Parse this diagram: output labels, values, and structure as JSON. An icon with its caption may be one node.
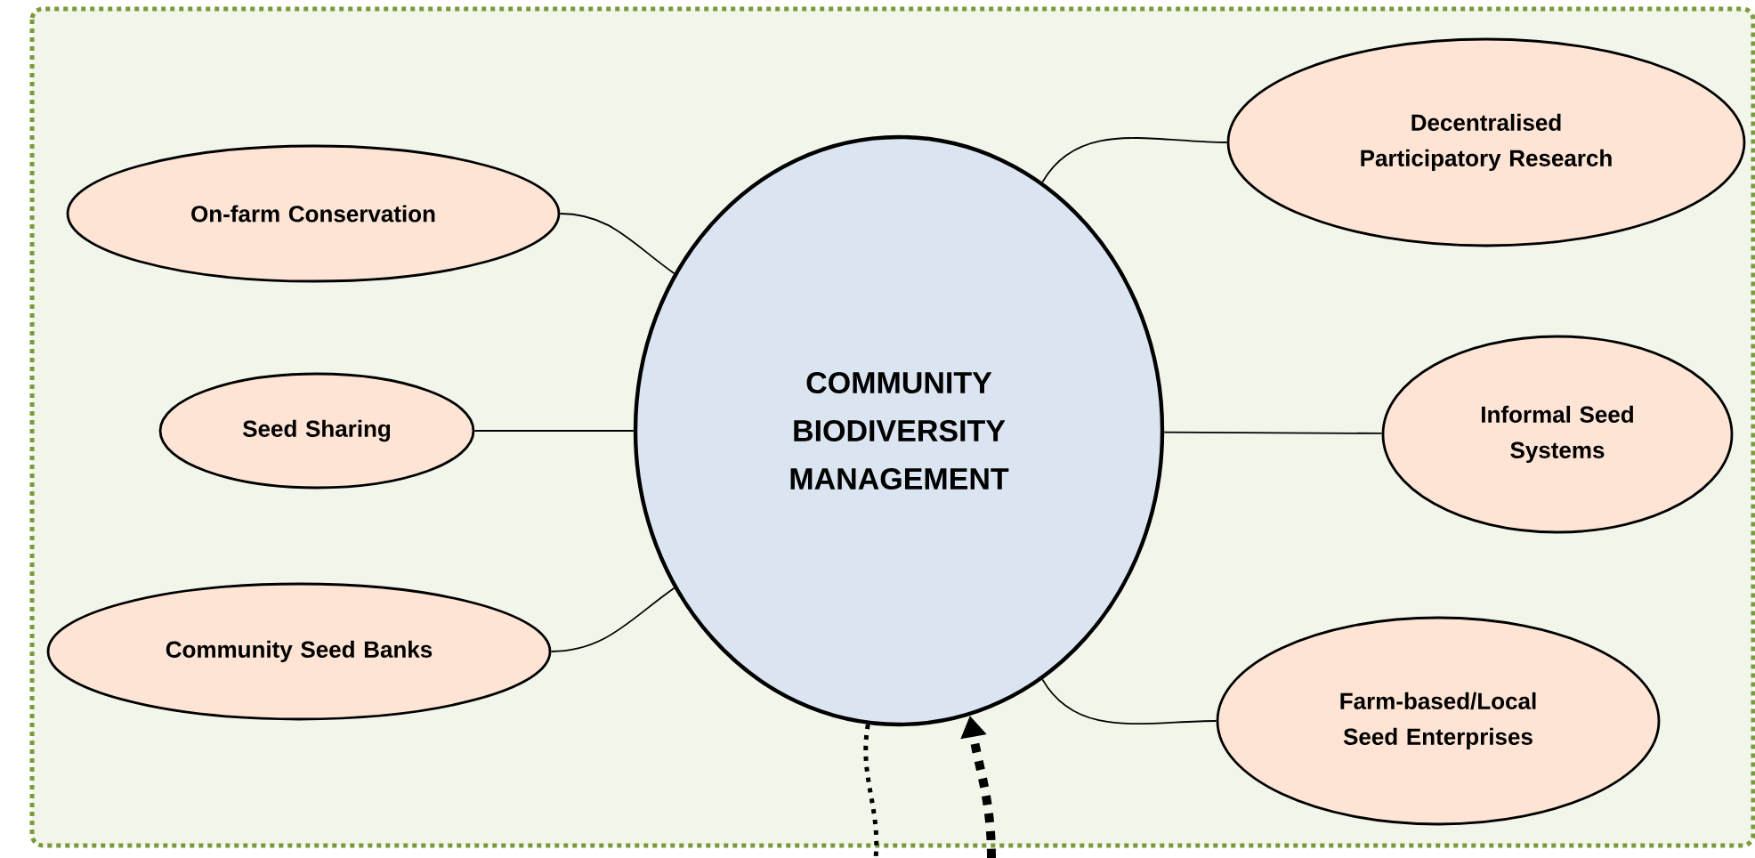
{
  "diagram": {
    "nodes": [
      {
        "text": [
          "COMMUNITY BIODIVERSITY MANAGEMENT"
        ]
      },
      {
        "text": [
          "On-farm Conservation"
        ]
      },
      {
        "text": [
          "Seed Sharing"
        ]
      },
      {
        "text": [
          "Community Seed Banks"
        ]
      },
      {
        "text": [
          "Decentralised Participatory Research"
        ]
      },
      {
        "text": [
          "Informal Seed Systems"
        ]
      },
      {
        "text": [
          "Farm-based/Local Seed Enterprises"
        ]
      }
    ],
    "edges": [
      {
        "from": 1,
        "to": 0,
        "arrow": "none"
      },
      {
        "from": 2,
        "to": 0,
        "arrow": "none"
      },
      {
        "from": 3,
        "to": 0,
        "arrow": "none"
      },
      {
        "from": 0,
        "to": 4,
        "arrow": "none"
      },
      {
        "from": 0,
        "to": 5,
        "arrow": "none"
      },
      {
        "from": 0,
        "to": 6,
        "arrow": "none"
      },
      {
        "from": 0,
        "to": null,
        "arrow": "none",
        "style": "dashed"
      },
      {
        "from": null,
        "to": 0,
        "arrow": "to",
        "style": "dashed"
      }
    ]
  }
}
